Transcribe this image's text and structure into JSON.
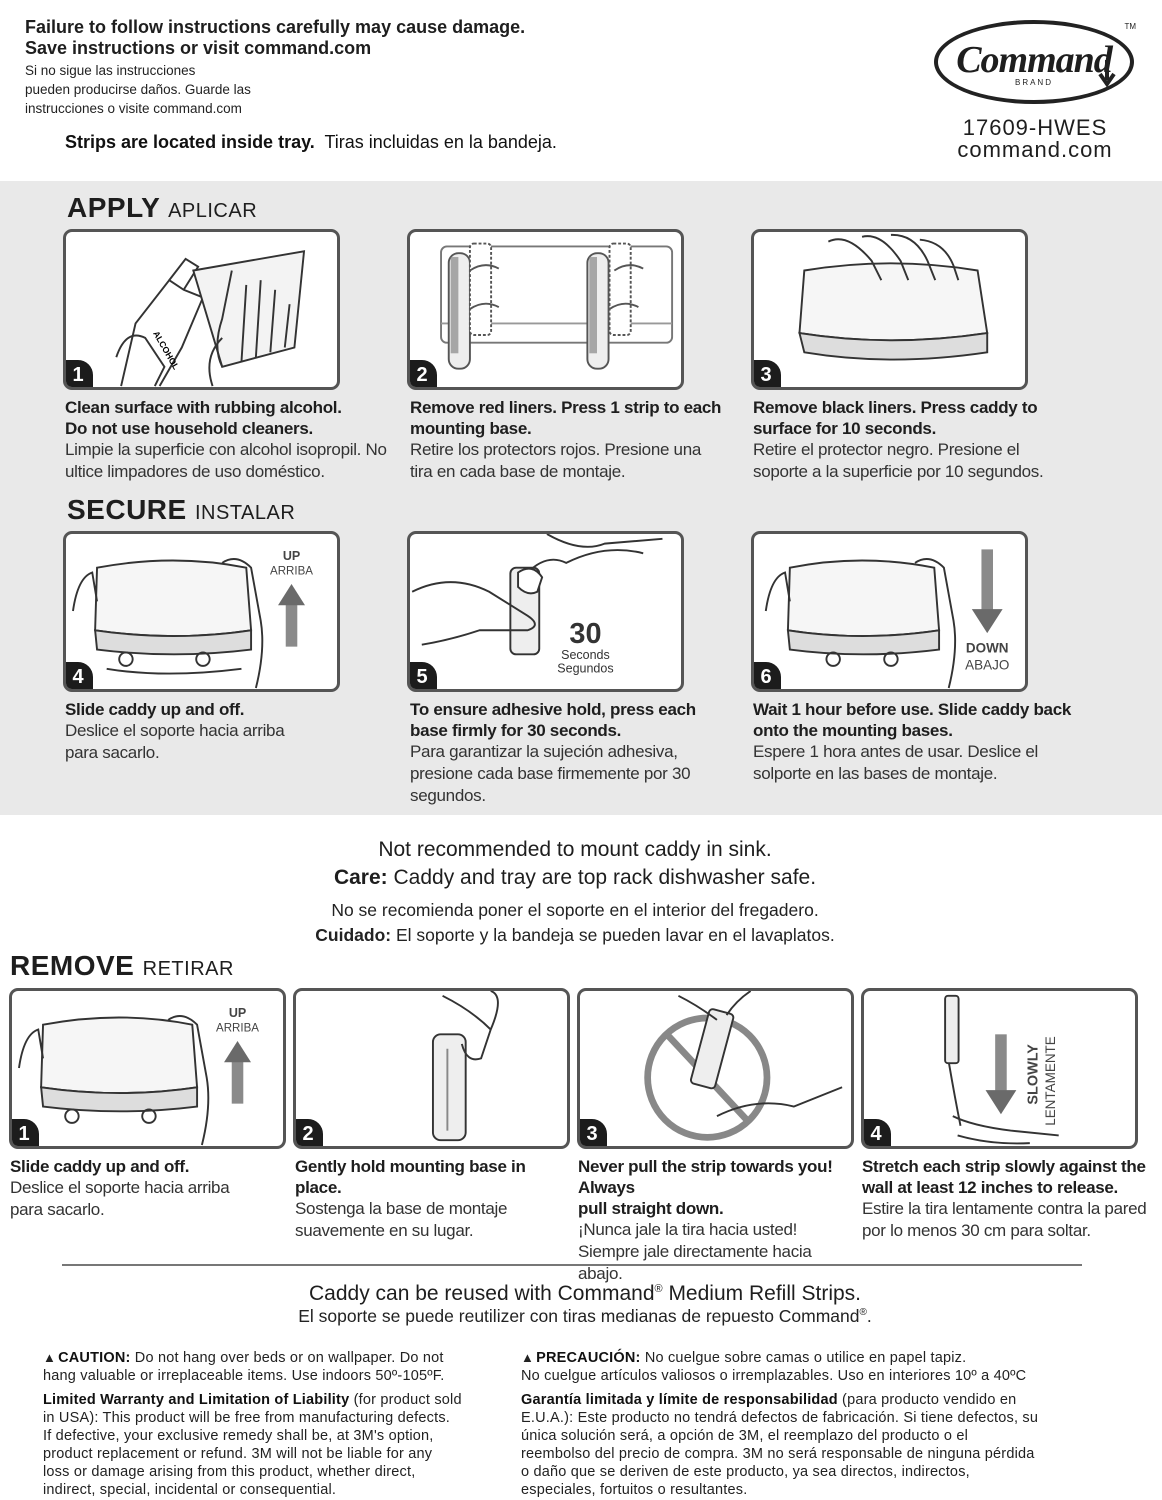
{
  "header": {
    "warning_line1": "Failure to follow instructions carefully may cause damage.",
    "warning_line2": "Save instructions or visit command.com",
    "warning_es_line1": "Si no sigue las instrucciones",
    "warning_es_line2": "pueden producirse daños. Guarde las",
    "warning_es_line3": "instrucciones o visite command.com",
    "strips_en": "Strips are located inside tray.",
    "strips_es": "Tiras incluidas en la bandeja.",
    "logo_text": "Command",
    "logo_tm": "TM",
    "logo_brand": "BRAND",
    "product_code": "17609-HWES",
    "website": "command.com"
  },
  "apply": {
    "title": "APPLY",
    "title_es": "APLICAR",
    "steps": [
      {
        "num": "1",
        "en1": "Clean surface with rubbing alcohol.",
        "en2": "Do not use household cleaners.",
        "es1": "Limpie la superficie con alcohol isopropil. No",
        "es2": "ultice limpadores de uso doméstico.",
        "es3": "",
        "bottle_label": "ALCOHOL"
      },
      {
        "num": "2",
        "en1": "Remove red liners. Press 1 strip to each",
        "en2": "mounting base.",
        "es1": "Retire los protectors rojos. Presione una",
        "es2": "tira en cada base de montaje.",
        "es3": ""
      },
      {
        "num": "3",
        "en1": "Remove black liners. Press caddy to",
        "en2": "surface for 10 seconds.",
        "es1": "Retire el protector negro. Presione el",
        "es2": "soporte a la superficie por 10 segundos.",
        "es3": ""
      }
    ]
  },
  "secure": {
    "title": "SECURE",
    "title_es": "INSTALAR",
    "steps": [
      {
        "num": "4",
        "en1": "Slide caddy up and off.",
        "en2": "",
        "es1": "Deslice el soporte hacia arriba",
        "es2": "para sacarlo.",
        "es3": "",
        "arrow_en": "UP",
        "arrow_es": "ARRIBA"
      },
      {
        "num": "5",
        "en1": "To ensure adhesive hold, press each",
        "en2": "base firmly for 30 seconds.",
        "es1": "Para garantizar la sujeción adhesiva,",
        "es2": "presione cada base firmemente por 30",
        "es3": "segundos.",
        "timer_num": "30",
        "timer_en": "Seconds",
        "timer_es": "Segundos"
      },
      {
        "num": "6",
        "en1": "Wait 1 hour before use. Slide caddy back",
        "en2": "onto the mounting bases.",
        "es1": "Espere 1 hora antes de usar. Deslice el",
        "es2": "solporte en las bases de montaje.",
        "es3": "",
        "arrow_en": "DOWN",
        "arrow_es": "ABAJO"
      }
    ]
  },
  "notes": {
    "en1": "Not recommended to mount caddy in sink.",
    "care_label": "Care:",
    "en2": "Caddy and tray are top rack dishwasher safe.",
    "es1": "No se recomienda poner el soporte en el interior del fregadero.",
    "cuidado_label": "Cuidado:",
    "es2": "El soporte y la bandeja se pueden lavar en el lavaplatos."
  },
  "remove": {
    "title": "REMOVE",
    "title_es": "RETIRAR",
    "steps": [
      {
        "num": "1",
        "en1": "Slide caddy up and off.",
        "en2": "",
        "es1": "Deslice el soporte hacia arriba",
        "es2": "para sacarlo.",
        "arrow_en": "UP",
        "arrow_es": "ARRIBA"
      },
      {
        "num": "2",
        "en1": "Gently hold mounting base in place.",
        "en2": "",
        "es1": "Sostenga la base de montaje",
        "es2": "suavemente en su lugar."
      },
      {
        "num": "3",
        "en1": "Never pull the strip towards you! Always",
        "en2": "pull straight down.",
        "es1": "¡Nunca jale la tira hacia usted!",
        "es2": "Siempre jale directamente hacia abajo."
      },
      {
        "num": "4",
        "en1": "Stretch each strip slowly against the",
        "en2": "wall at least 12 inches to release.",
        "es1": "Estire la tira lentamente contra la pared",
        "es2": "por lo menos 30 cm para soltar.",
        "arrow_en": "SLOWLY",
        "arrow_es": "LENTAMENTE"
      }
    ]
  },
  "reuse": {
    "en_pre": "Caddy can be reused with Command",
    "reg": "®",
    "en_post": " Medium Refill Strips.",
    "es_pre": "El soporte se puede reutilizer con tiras medianas de repuesto Command",
    "es_post": "."
  },
  "legal": {
    "caution_label": "CAUTION:",
    "caution_text1": " Do not hang over beds or on wallpaper. Do not",
    "caution_text2": "hang valuable or irreplaceable items. Use indoors 50º-105ºF.",
    "warranty_label": "Limited Warranty and Limitation of Liability",
    "warranty_lines": [
      " (for product sold",
      "in USA): This product will be free from manufacturing defects.",
      "If defective, your exclusive remedy shall be, at 3M's option,",
      "product replacement or refund. 3M will not be liable for any",
      "loss or damage arising from this product, whether direct,",
      "indirect, special, incidental or consequential."
    ],
    "precaucion_label": "PRECAUCIÓN:",
    "precaucion_text1": " No cuelgue sobre camas o utilice en papel tapiz.",
    "precaucion_text2": "No cuelgue artículos valiosos o irremplazables. Uso en interiores 10º a 40ºC",
    "garantia_label": "Garantía limitada y límite de responsabilidad",
    "garantia_lines": [
      " (para producto vendido en",
      "E.U.A.): Este producto no tendrá defectos de fabricación. Si tiene defectos, su",
      "única solución será, a opción de 3M, el reemplazo del producto o el",
      "reembolso del precio de compra. 3M no será responsable de ninguna pérdida",
      "o daño que se deriven de este producto, ya sea directos, indirectos,",
      "especiales, fortuitos o resultantes."
    ]
  },
  "icons": [
    "warning-triangle-icon",
    "arrow-up-icon",
    "arrow-down-icon",
    "prohibited-icon",
    "hand-icon"
  ]
}
